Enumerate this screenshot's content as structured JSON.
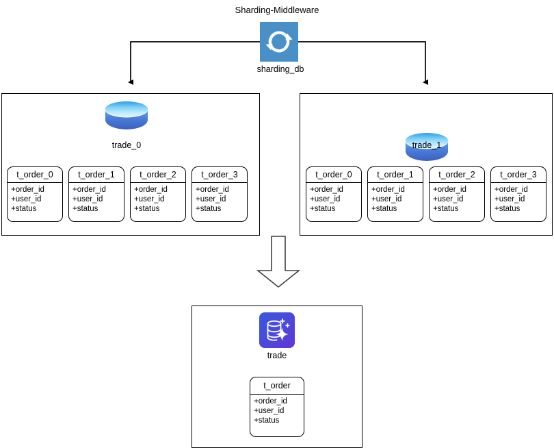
{
  "diagram": {
    "title": "Sharding-Middleware",
    "middleware": {
      "icon": "sync-refresh-icon",
      "label": "sharding_db",
      "color": "#4a90c8"
    },
    "shards": [
      {
        "icon": "database-cylinder-icon",
        "label": "trade_0",
        "tables": [
          {
            "name": "t_order_0",
            "columns": [
              "+order_id",
              "+user_id",
              "+status"
            ]
          },
          {
            "name": "t_order_1",
            "columns": [
              "+order_id",
              "+user_id",
              "+status"
            ]
          },
          {
            "name": "t_order_2",
            "columns": [
              "+order_id",
              "+user_id",
              "+status"
            ]
          },
          {
            "name": "t_order_3",
            "columns": [
              "+order_id",
              "+user_id",
              "+status"
            ]
          }
        ]
      },
      {
        "icon": "database-cylinder-icon",
        "label": "trade_1",
        "tables": [
          {
            "name": "t_order_0",
            "columns": [
              "+order_id",
              "+user_id",
              "+status"
            ]
          },
          {
            "name": "t_order_1",
            "columns": [
              "+order_id",
              "+user_id",
              "+status"
            ]
          },
          {
            "name": "t_order_2",
            "columns": [
              "+order_id",
              "+user_id",
              "+status"
            ]
          },
          {
            "name": "t_order_3",
            "columns": [
              "+order_id",
              "+user_id",
              "+status"
            ]
          }
        ]
      }
    ],
    "merged": {
      "icon": "database-sparkle-icon",
      "label": "trade",
      "icon_color_start": "#3757e0",
      "icon_color_end": "#6235d6",
      "table": {
        "name": "t_order",
        "columns": [
          "+order_id",
          "+user_id",
          "+status"
        ]
      }
    },
    "connectors": {
      "stroke": "#000000",
      "merge_arrow": "hollow-down-arrow"
    }
  }
}
